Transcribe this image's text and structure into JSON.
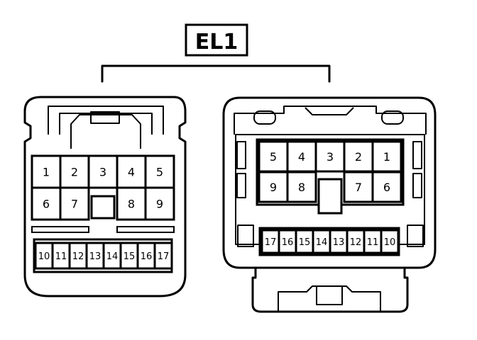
{
  "title": "EL1",
  "colors": {
    "stroke": "#000000",
    "background": "#ffffff"
  },
  "left_connector": {
    "row1": [
      "1",
      "2",
      "3",
      "4",
      "5"
    ],
    "row2": [
      "6",
      "7",
      "",
      "8",
      "9"
    ],
    "row3": [
      "10",
      "11",
      "12",
      "13",
      "14",
      "15",
      "16",
      "17"
    ]
  },
  "right_connector": {
    "row1": [
      "5",
      "4",
      "3",
      "2",
      "1"
    ],
    "row2": [
      "9",
      "8",
      "",
      "7",
      "6"
    ],
    "row3": [
      "17",
      "16",
      "15",
      "14",
      "13",
      "12",
      "11",
      "10"
    ]
  }
}
